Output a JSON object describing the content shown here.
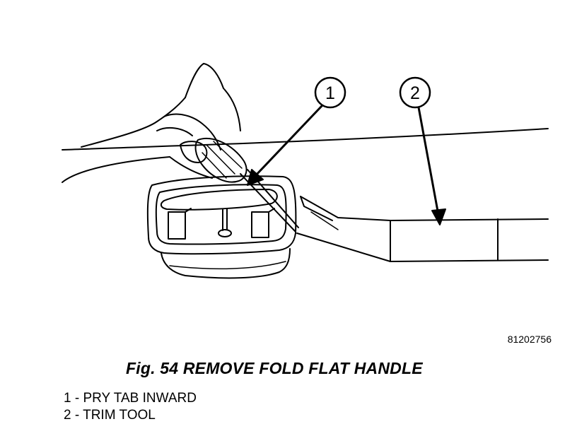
{
  "figure": {
    "id": "81202756",
    "caption": "Fig. 54 REMOVE FOLD FLAT HANDLE"
  },
  "callouts": [
    {
      "number": "1",
      "label": "1 - PRY TAB INWARD"
    },
    {
      "number": "2",
      "label": "2 - TRIM TOOL"
    }
  ]
}
